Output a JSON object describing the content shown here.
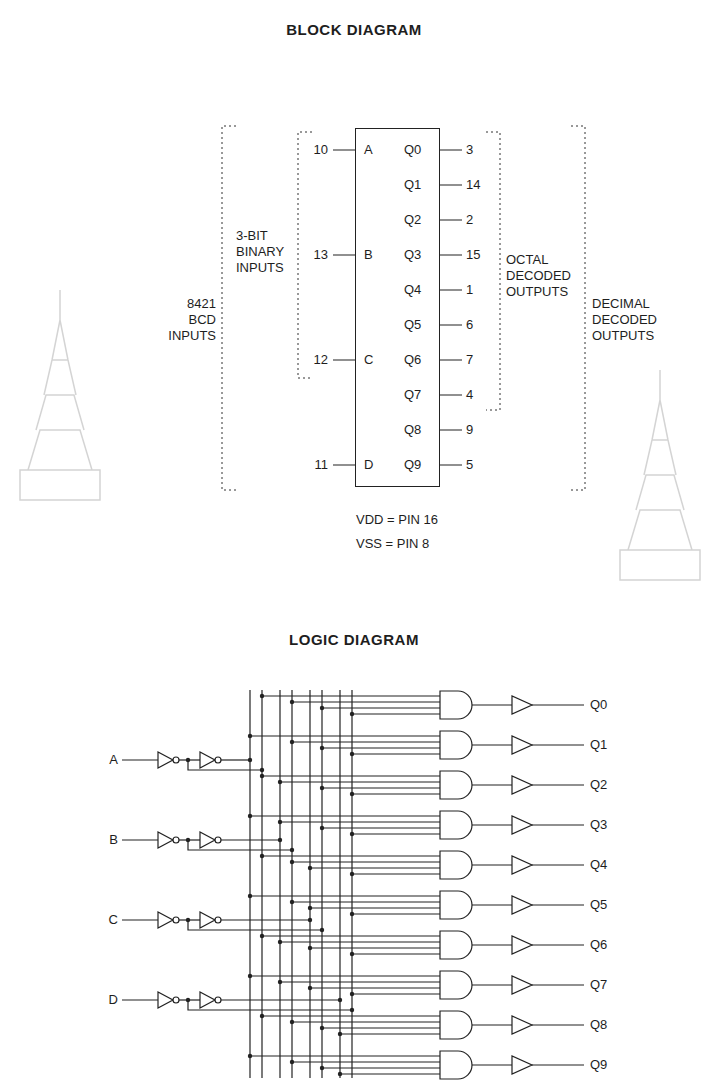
{
  "diagram": {
    "title": "BLOCK DIAGRAM",
    "nodes": [
      {
        "text": [
          "A",
          "B",
          "C",
          "D",
          "Q0",
          "Q1",
          "Q2",
          "Q3",
          "Q4",
          "Q5",
          "Q6",
          "Q7",
          "Q8",
          "Q9"
        ]
      }
    ],
    "labels": [
      "8421 BCD INPUTS",
      "3-BIT BINARY INPUTS",
      "10",
      "13",
      "12",
      "11",
      "3",
      "14",
      "2",
      "15",
      "1",
      "6",
      "7",
      "4",
      "9",
      "5",
      "OCTAL DECODED OUTPUTS",
      "DECIMAL DECODED OUTPUTS",
      "VDD = PIN 16",
      "VSS = PIN 8",
      "LOGIC DIAGRAM",
      "A",
      "B",
      "C",
      "D",
      "Q0",
      "Q1",
      "Q2",
      "Q3",
      "Q4",
      "Q5",
      "Q6",
      "Q7",
      "Q8",
      "Q9"
    ]
  }
}
